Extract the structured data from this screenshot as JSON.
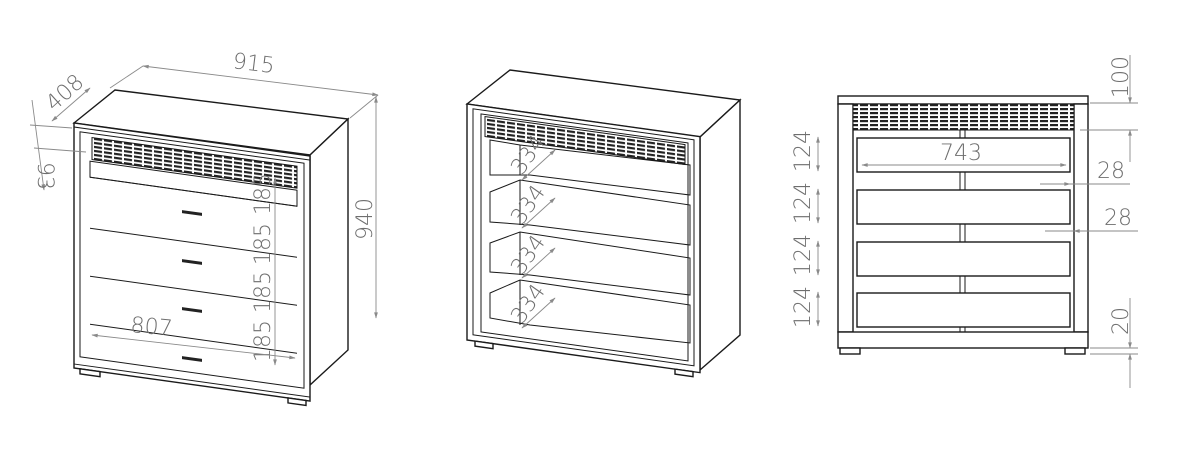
{
  "views": {
    "perspective_closed": {
      "width_label": "915",
      "depth_label": "408",
      "top_gap_label": "93",
      "height_label": "940",
      "drawer_heights": [
        "185",
        "185",
        "185",
        "185"
      ],
      "inner_width_label": "807"
    },
    "perspective_open": {
      "drawer_depths": [
        "334",
        "334",
        "334",
        "334"
      ]
    },
    "front_view": {
      "drawer_heights": [
        "124",
        "124",
        "124",
        "124"
      ],
      "drawer_width_label": "743",
      "side_gap_top_label": "28",
      "side_gap_bottom_label": "28",
      "top_label": "100",
      "bottom_label": "20"
    }
  },
  "colors": {
    "line": "#1a1a1a",
    "dimension": "#8a8a8a"
  }
}
